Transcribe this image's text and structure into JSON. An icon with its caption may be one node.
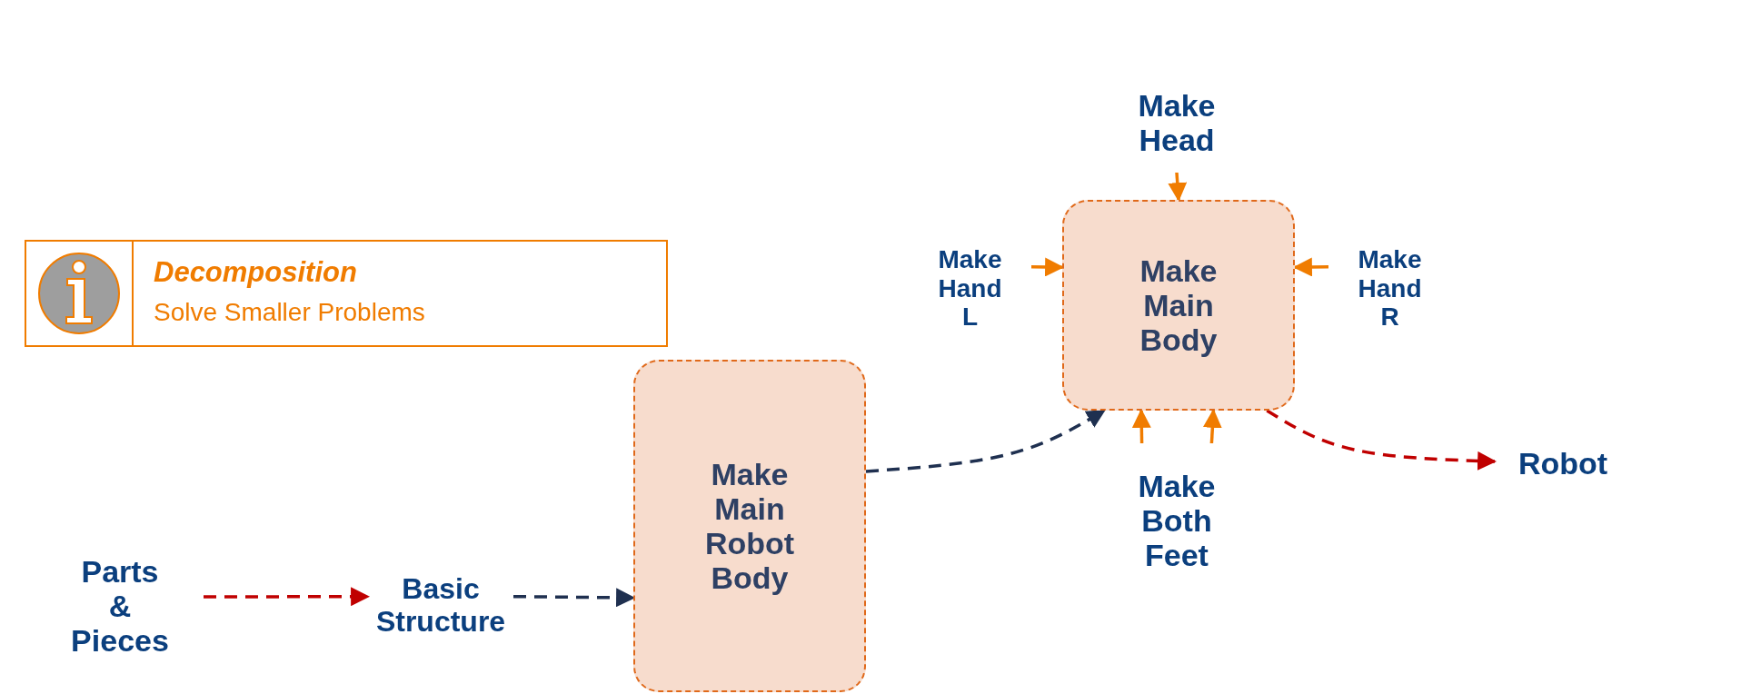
{
  "diagram": {
    "nodes": [
      {
        "text": [
          "Decomposition",
          "Solve Smaller Problems"
        ]
      },
      {
        "text": [
          "Make Head"
        ]
      },
      {
        "text": [
          "Make Hand L"
        ]
      },
      {
        "text": [
          "Make Main Body"
        ]
      },
      {
        "text": [
          "Make Hand R"
        ]
      },
      {
        "text": [
          "Make Main Robot Body"
        ]
      },
      {
        "text": [
          "Robot"
        ]
      },
      {
        "text": [
          "Make Both Feet"
        ]
      },
      {
        "text": [
          "Parts & Pieces"
        ]
      },
      {
        "text": [
          "Basic Structure"
        ]
      }
    ],
    "edges": [
      {
        "from": 1,
        "to": 3,
        "arrow": "to"
      },
      {
        "from": 2,
        "to": 3,
        "arrow": "to"
      },
      {
        "from": 4,
        "to": 3,
        "arrow": "to"
      },
      {
        "from": 7,
        "to": 3,
        "arrow": "to"
      },
      {
        "from": 7,
        "to": 3,
        "arrow": "to"
      },
      {
        "from": 8,
        "to": 9,
        "arrow": "to",
        "style": "dashed",
        "color": "#c00000"
      },
      {
        "from": 9,
        "to": 5,
        "arrow": "to",
        "style": "dashed",
        "color": "#1f3050"
      },
      {
        "from": 5,
        "to": 3,
        "arrow": "to",
        "style": "dashed",
        "color": "#1f3050"
      },
      {
        "from": 3,
        "to": 6,
        "arrow": "to",
        "style": "dashed",
        "color": "#c00000"
      }
    ]
  }
}
